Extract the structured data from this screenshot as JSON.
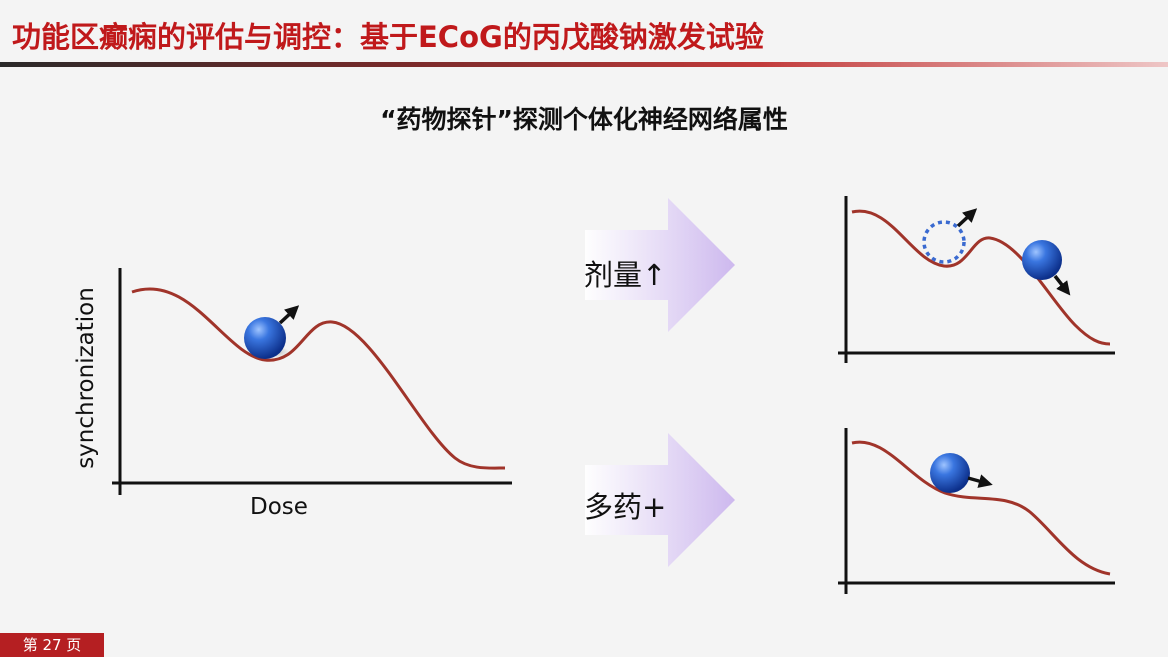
{
  "title": "功能区癫痫的评估与调控：基于ECoG的丙戊酸钠激发试验",
  "subtitle": "“药物探针”探测个体化神经网络属性",
  "main_plot": {
    "x_label": "Dose",
    "y_label": "synchronization"
  },
  "branches": [
    {
      "label": "剂量↑"
    },
    {
      "label": "多药+"
    }
  ],
  "colors": {
    "title": "#c0191b",
    "curve": "#a0342a",
    "ball": "#2255cc",
    "arrow_fill": "#d6c6ee",
    "page_badge": "#b51f22"
  },
  "page_number": "第 27 页"
}
